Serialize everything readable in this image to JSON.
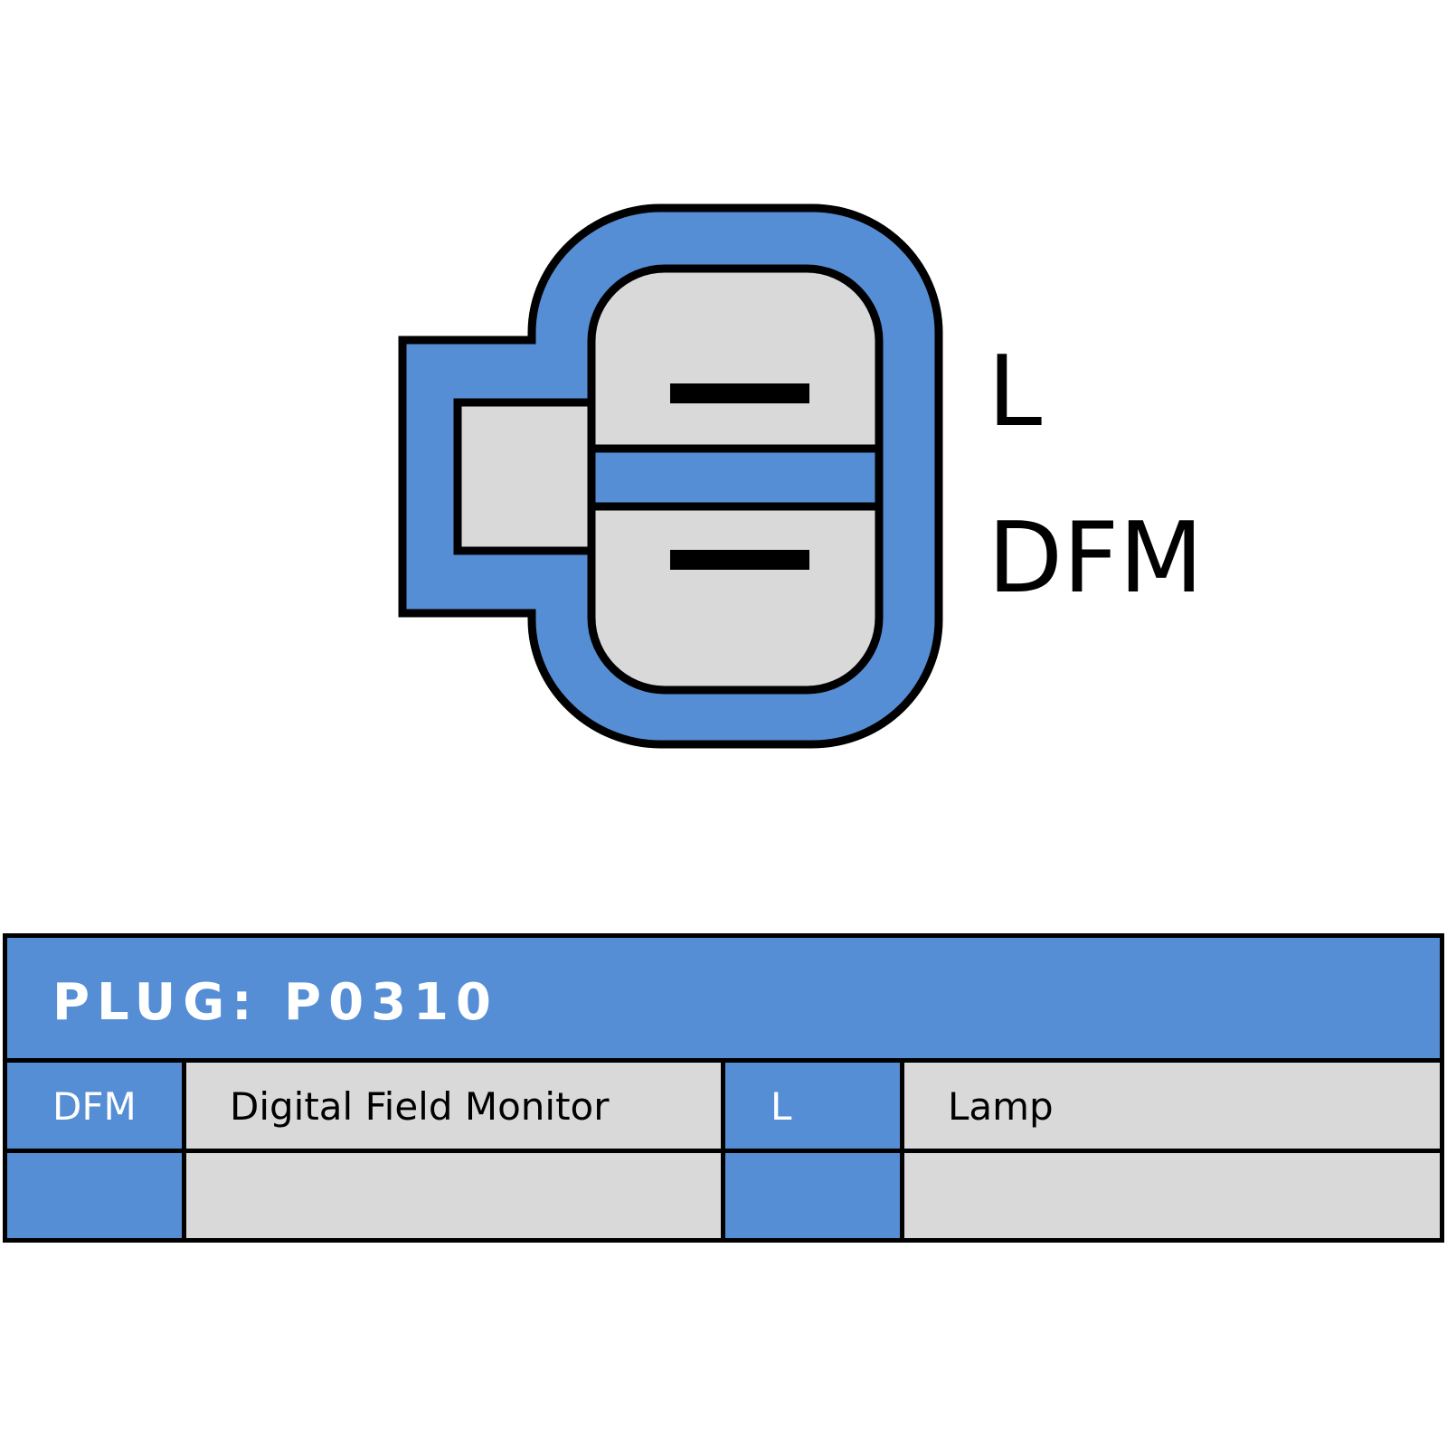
{
  "pin_labels": {
    "top": "L",
    "bottom": "DFM"
  },
  "colors": {
    "housing_blue": "#558ed5",
    "insert_gray": "#d9d9d9",
    "outline_black": "#000000",
    "header_text": "#ffffff"
  },
  "table": {
    "title": "PLUG: P0310",
    "rows": [
      {
        "code_1": "DFM",
        "desc_1": "Digital Field Monitor",
        "code_2": "L",
        "desc_2": "Lamp"
      },
      {
        "code_1": "",
        "desc_1": "",
        "code_2": "",
        "desc_2": ""
      }
    ]
  }
}
